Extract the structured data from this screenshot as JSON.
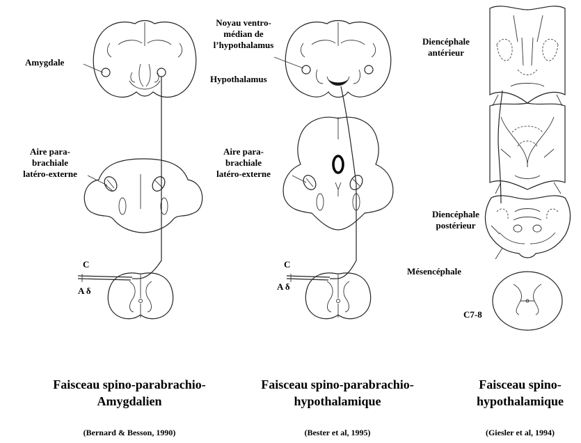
{
  "panels": [
    {
      "labels": {
        "amygdale": "Amygdale",
        "aire_1": "Aire para-",
        "aire_2": "brachiale",
        "aire_3": "latéro-externe",
        "fiber_c": "C",
        "fiber_ad": "A δ"
      },
      "title_1": "Faisceau spino-parabrachio-",
      "title_2": "Amygdalien",
      "reference": "(Bernard & Besson, 1990)"
    },
    {
      "labels": {
        "noyau_1": "Noyau ventro-",
        "noyau_2": "médian de",
        "noyau_3": "l’hypothalamus",
        "hypothalamus": "Hypothalamus",
        "aire_1": "Aire para-",
        "aire_2": "brachiale",
        "aire_3": "latéro-externe",
        "fiber_c": "C",
        "fiber_ad": "A δ"
      },
      "title_1": "Faisceau spino-parabrachio-",
      "title_2": "hypothalamique",
      "reference": "(Bester et al, 1995)"
    },
    {
      "labels": {
        "dien_ant_1": "Diencéphale",
        "dien_ant_2": "antérieur",
        "dien_post_1": "Diencéphale",
        "dien_post_2": "postérieur",
        "mesencephale": "Mésencéphale",
        "c78": "C7-8"
      },
      "title_1": "Faisceau spino-",
      "title_2": "hypothalamique",
      "reference": "(Giesler et al, 1994)"
    }
  ]
}
